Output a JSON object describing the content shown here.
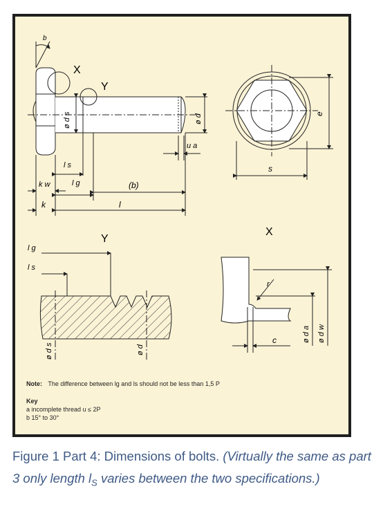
{
  "figure": {
    "labels": {
      "b": "b",
      "X": "X",
      "Y": "Y",
      "ds": "ø d s",
      "d": "ø d",
      "ua": "u a",
      "e": "e",
      "s": "s",
      "ls": "l s",
      "lg": "l g",
      "kw": "k w",
      "bparen": "(b)",
      "k": "k",
      "l": "l",
      "lg2": "l g",
      "ls2": "l s",
      "Y2": "Y",
      "X2": "X",
      "ds2": "ø d s",
      "d2": "ø d",
      "r": "r",
      "c": "c",
      "da": "ø d a",
      "dw": "ø d w"
    },
    "colors": {
      "background": "#fbf3d6",
      "line": "#222222",
      "caption": "#3f5a86"
    }
  },
  "note": {
    "label": "Note:",
    "text": "The difference between lg and ls should not be less than 1,5 P"
  },
  "key": {
    "title": "Key",
    "items": [
      "a  incomplete thread u ≤ 2P",
      "b  15° to 30°"
    ]
  },
  "caption": {
    "main": "Figure 1 Part 4: Dimensions of bolts.",
    "paren_1": "(Virtually the same as part 3 only length l",
    "paren_sub": "S",
    "paren_2": " varies between the two specifications.)"
  }
}
